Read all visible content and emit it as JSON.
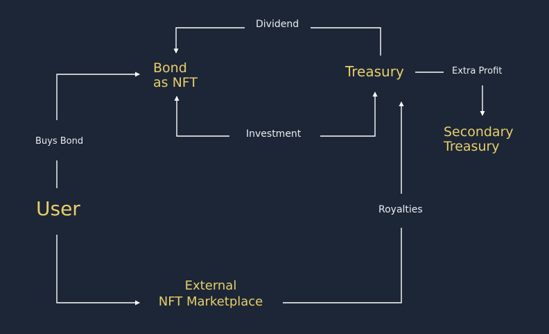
{
  "colors": {
    "background": "#1d2636",
    "node_text": "#e7cf6a",
    "label_text": "#e9edf2",
    "line": "#ffffff"
  },
  "nodes": {
    "bond": {
      "line1": "Bond",
      "line2": "as NFT"
    },
    "treasury": {
      "label": "Treasury"
    },
    "secondary_treasury": {
      "line1": "Secondary",
      "line2": "Treasury"
    },
    "user": {
      "label": "User"
    },
    "marketplace": {
      "line1": "External",
      "line2": "NFT Marketplace"
    }
  },
  "edges": {
    "dividend": "Dividend",
    "investment": "Investment",
    "extra_profit": "Extra Profit",
    "buys_bond": "Buys Bond",
    "royalties": "Royalties"
  }
}
